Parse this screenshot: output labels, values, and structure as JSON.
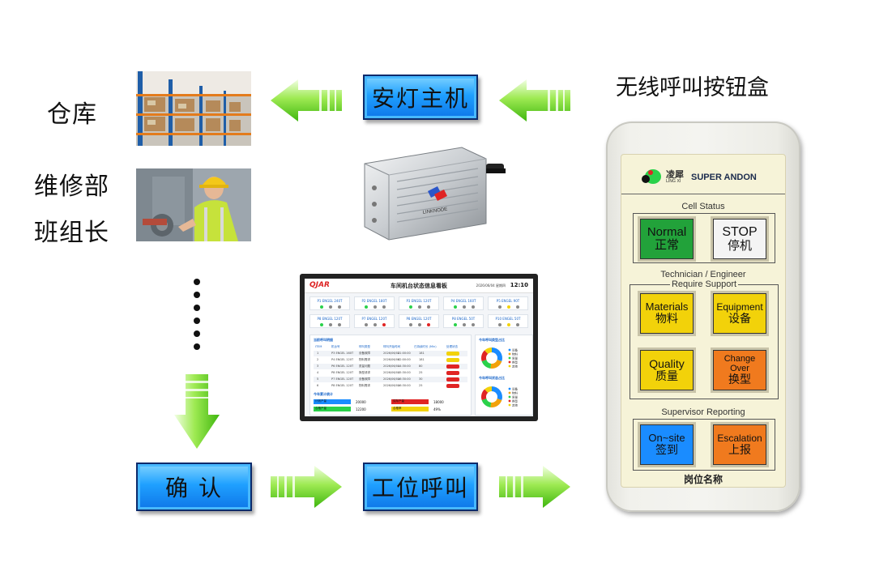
{
  "labels": {
    "warehouse": "仓库",
    "maintenance": "维修部",
    "team_leader": "班组长",
    "wireless_box": "无线呼叫按钮盒"
  },
  "boxes": {
    "andon_host": "安灯主机",
    "confirm": "确 认",
    "station_call": "工位呼叫"
  },
  "router": {
    "brand": "LINKNODE"
  },
  "dashboard": {
    "logo": "QJAR",
    "title": "车间机台状态信息看板",
    "date": "2026/06/04 星期四",
    "time": "12:10",
    "cells": [
      {
        "name": "P1 ENGEL 240T",
        "dots": [
          "#2ad14a",
          "#888888",
          "#888888"
        ]
      },
      {
        "name": "P2 ENGEL 180T",
        "dots": [
          "#2ad14a",
          "#888888",
          "#888888"
        ]
      },
      {
        "name": "P3 ENGEL 120T",
        "dots": [
          "#2ad14a",
          "#888888",
          "#888888"
        ]
      },
      {
        "name": "P4 ENGEL 160T",
        "dots": [
          "#2ad14a",
          "#888888",
          "#888888"
        ]
      },
      {
        "name": "P5 ENGEL 90T",
        "dots": [
          "#888888",
          "#f2d20a",
          "#888888"
        ]
      },
      {
        "name": "P8 ENGEL 120T",
        "dots": [
          "#2ad14a",
          "#888888",
          "#888888"
        ]
      },
      {
        "name": "P7 ENGEL 120T",
        "dots": [
          "#888888",
          "#888888",
          "#e02424"
        ]
      },
      {
        "name": "P8 ENGEL 120T",
        "dots": [
          "#888888",
          "#888888",
          "#e02424"
        ]
      },
      {
        "name": "P8 ENGEL 50T",
        "dots": [
          "#2ad14a",
          "#888888",
          "#888888"
        ]
      },
      {
        "name": "P10 ENGEL 50T",
        "dots": [
          "#888888",
          "#f2d20a",
          "#888888"
        ]
      }
    ],
    "table_title": "当前呼叫明细",
    "table_headers": [
      "ITEM",
      "机台号",
      "呼叫类型",
      "呼叫开始时间",
      "已持续时长 (Min)",
      "处理状态"
    ],
    "table_rows": [
      [
        "1",
        "P3 ENGEL 160T",
        "设备故障",
        "2026/06/04",
        "21:00:00",
        "181",
        "#f2d20a"
      ],
      [
        "2",
        "P4 ENGEL 120T",
        "物料需求",
        "2026/06/04",
        "02:00:00",
        "181",
        "#f2d20a"
      ],
      [
        "3",
        "P6 ENGEL 120T",
        "质量问题",
        "2026/06/04",
        "14:30:00",
        "80",
        "#e02424"
      ],
      [
        "4",
        "P8 ENGEL 120T",
        "换型请求",
        "2026/06/04",
        "15:30:00",
        "25",
        "#e02424"
      ],
      [
        "5",
        "P7 ENGEL 120T",
        "设备故障",
        "2026/06/04",
        "16:30:00",
        "30",
        "#e02424"
      ],
      [
        "6",
        "P8 ENGEL 120T",
        "物料需求",
        "2026/06/04",
        "16:30:00",
        "25",
        "#e02424"
      ]
    ],
    "summary_title": "今年累计统计",
    "summary": [
      {
        "label": "计划产量",
        "value": "20000",
        "color": "#1a8cff"
      },
      {
        "label": "实际产量",
        "value": "18000",
        "color": "#e02424"
      },
      {
        "label": "合格产量",
        "value": "12200",
        "color": "#2ad14a"
      },
      {
        "label": "合格率",
        "value": "49%",
        "color": "#f2d20a"
      }
    ],
    "pie1_title": "今年呼叫类型占比",
    "pie2_title": "今年呼叫状态占比",
    "pie_colors": [
      "#1a8cff",
      "#f2a20a",
      "#2ad14a",
      "#e02424",
      "#f2d20a"
    ],
    "pie_values": [
      30,
      22,
      18,
      18,
      12
    ],
    "legend": [
      "设备",
      "物料",
      "质量",
      "换型",
      "其他"
    ]
  },
  "device": {
    "brand_cn": "凌犀",
    "brand_py": "LING XI",
    "brand_en": "SUPER ANDON",
    "cell_status": "Cell Status",
    "technician": "Technician / Engineer",
    "require_support": "Require Support",
    "supervisor": "Supervisor Reporting",
    "station_name": "岗位名称",
    "buttons": {
      "normal": {
        "en": "Normal",
        "cn": "正常",
        "color": "#22a23a"
      },
      "stop": {
        "en": "STOP",
        "cn": "停机",
        "color": "#f4f4f4"
      },
      "materials": {
        "en": "Materials",
        "cn": "物料",
        "color": "#f2d20a"
      },
      "equipment": {
        "en": "Equipment",
        "cn": "设备",
        "color": "#f2d20a"
      },
      "quality": {
        "en": "Quality",
        "cn": "质量",
        "color": "#f2d20a"
      },
      "changeover": {
        "en": "Change Over",
        "cn": "换型",
        "color": "#f07a1e"
      },
      "onsite": {
        "en": "On~site",
        "cn": "签到",
        "color": "#1a8cff"
      },
      "escalation": {
        "en": "Escalation",
        "cn": "上报",
        "color": "#f07a1e"
      }
    }
  }
}
